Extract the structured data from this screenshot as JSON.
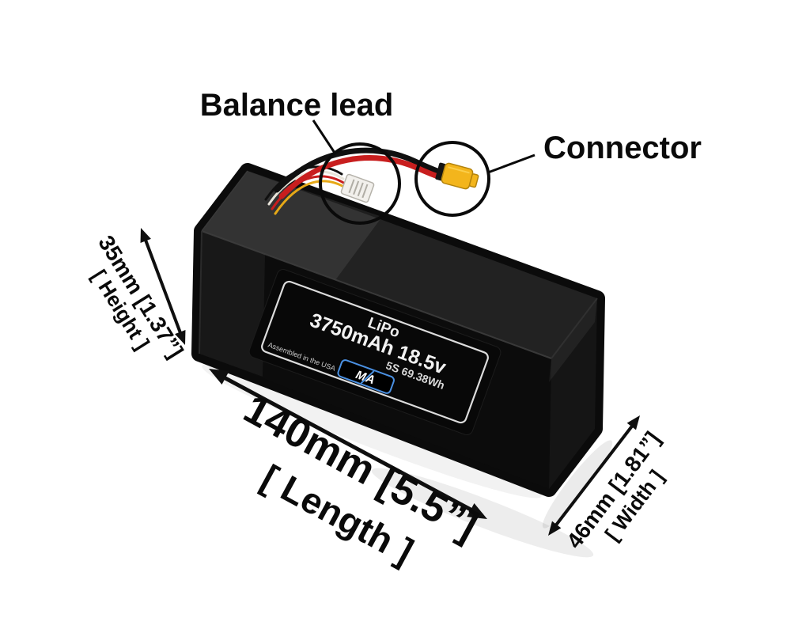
{
  "annotations": {
    "balance_lead": "Balance lead",
    "connector": "Connector"
  },
  "dimensions": {
    "length": {
      "value": "140mm [5.5”]",
      "label": "[ Length ]"
    },
    "height": {
      "value": "35mm [1.37”]",
      "label": "[ Height ]"
    },
    "width": {
      "value": "46mm [1.81”]",
      "label": "[ Width ]"
    }
  },
  "battery_label": {
    "chemistry": "LiPo",
    "capacity_voltage": "3750mAh 18.5v",
    "cells_energy": "5S 69.38Wh",
    "assembled": "Assembled in the USA",
    "logo_text": "MA"
  },
  "colors": {
    "battery_black": "#0b0b0b",
    "xt60_yellow": "#f3b51c",
    "wire_red": "#c81e1e",
    "logo_blue": "#4a90e2",
    "annotation_black": "#0a0a0a"
  }
}
